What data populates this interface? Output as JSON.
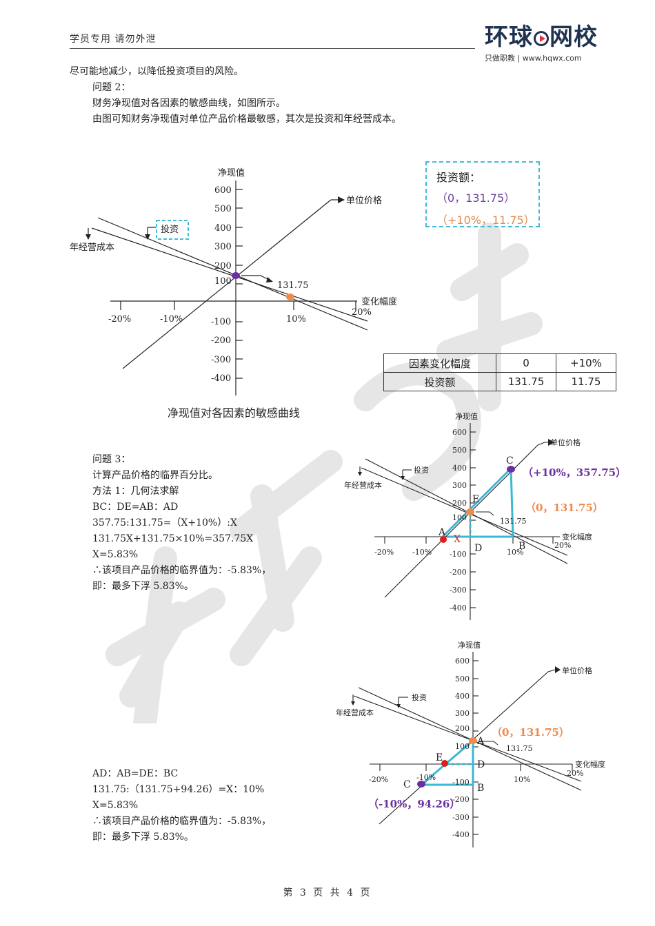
{
  "header": {
    "left_text": "学员专用 请勿外泄",
    "logo_text_a": "环球",
    "logo_text_b": "网校",
    "logo_tagline": "只做职教 | www.hqwx.com"
  },
  "intro": {
    "line1": "尽可能地减少，以降低投资项目的风险。",
    "q2_title": "问题 2：",
    "q2_line1": "财务净现值对各因素的敏感曲线，如图所示。",
    "q2_line2": "由图可知财务净现值对单位产品价格最敏感，其次是投资和年经营成本。"
  },
  "chart1": {
    "ylabel": "净现值",
    "xlabel": "变化幅度",
    "caption": "净现值对各因素的敏感曲线",
    "yticks": [
      "600",
      "500",
      "400",
      "300",
      "200",
      "100",
      "-100",
      "-200",
      "-300",
      "-400"
    ],
    "xticks": [
      "-20%",
      "-10%",
      "10%",
      "20%"
    ],
    "line_labels": {
      "price": "单位价格",
      "invest": "投资",
      "cost": "年经营成本"
    },
    "point_label": "131.75",
    "infobox": {
      "title": "投资额：",
      "p1": "（0，131.75）",
      "p2": "（+10%，11.75）"
    },
    "table": {
      "row1": [
        "因素变化幅度",
        "0",
        "+10%"
      ],
      "row2": [
        "投资额",
        "131.75",
        "11.75"
      ]
    }
  },
  "q3": {
    "title": "问题 3：",
    "line1": "计算产品价格的临界百分比。",
    "method": "方法 1：几何法求解",
    "eq1": "BC：DE=AB：AD",
    "eq2": "357.75:131.75=（X+10%）:X",
    "eq3": "131.75X+131.75×10%=357.75X",
    "eq4": "X=5.83%",
    "concl1": "∴该项目产品价格的临界值为：-5.83%，",
    "concl2": "即：最多下浮 5.83%。"
  },
  "chart2": {
    "point_c_label": "（+10%，357.75）",
    "point_e_label": "（0，131.75）",
    "letters": {
      "A": "A",
      "B": "B",
      "C": "C",
      "D": "D",
      "E": "E",
      "X": "X"
    }
  },
  "q3b": {
    "eq1": "AD：AB=DE：BC",
    "eq2": "131.75:（131.75+94.26）=X：10%",
    "eq3": "X=5.83%",
    "concl1": "∴该项目产品价格的临界值为：-5.83%，",
    "concl2": "即：最多下浮 5.83%。"
  },
  "chart3": {
    "point_a_label": "（0，131.75）",
    "point_c_label": "（-10%，94.26）",
    "letters": {
      "A": "A",
      "B": "B",
      "C": "C",
      "D": "D",
      "E": "E"
    }
  },
  "footer": {
    "page_text": "第 3 页 共 4 页"
  },
  "chart_data": [
    {
      "type": "line",
      "title": "净现值对各因素的敏感曲线",
      "xlabel": "变化幅度",
      "ylabel": "净现值",
      "x": [
        "-20%",
        "-10%",
        "0",
        "10%",
        "20%"
      ],
      "ylim": [
        -400,
        600
      ],
      "series": [
        {
          "name": "单位价格",
          "values": [
            -320,
            -94.26,
            131.75,
            357.75,
            583.75
          ]
        },
        {
          "name": "投资",
          "values": [
            371.75,
            251.75,
            131.75,
            11.75,
            -108.25
          ]
        },
        {
          "name": "年经营成本",
          "values": [
            330,
            230,
            131.75,
            30,
            -70
          ]
        }
      ],
      "annotations": [
        "131.75",
        "（0，131.75）",
        "（+10%，11.75）"
      ]
    }
  ]
}
